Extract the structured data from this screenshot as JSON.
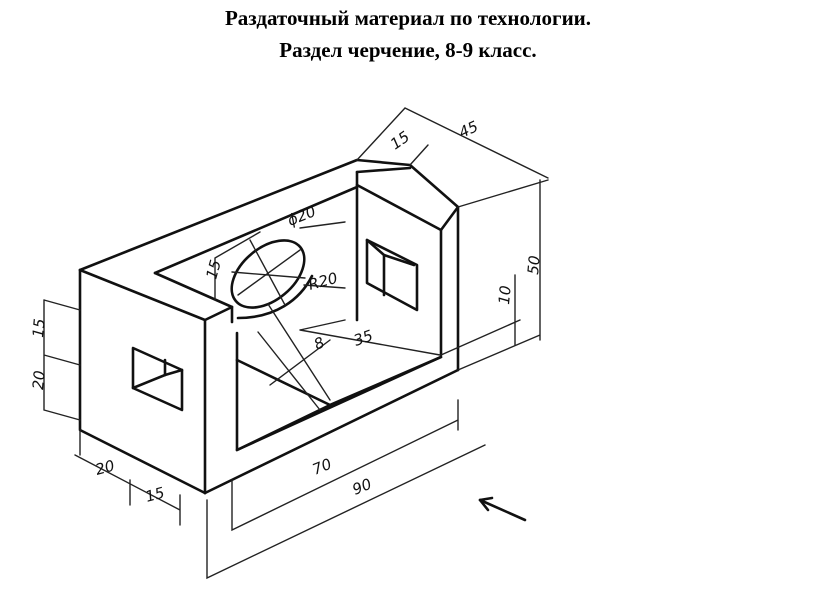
{
  "title": {
    "line1": "Раздаточный материал по технологии.",
    "line2": "Раздел черчение, 8-9 класс."
  },
  "dimensions": {
    "d15_top": "15",
    "d45": "45",
    "phi20": "ϕ20",
    "d15_hole": "15",
    "r20": "R20",
    "d50": "50",
    "d10": "10",
    "d35": "35",
    "d8": "8",
    "d15_left": "15",
    "d20_left": "20",
    "d20_bottom": "20",
    "d15_bottom": "15",
    "d70": "70",
    "d90": "90"
  }
}
